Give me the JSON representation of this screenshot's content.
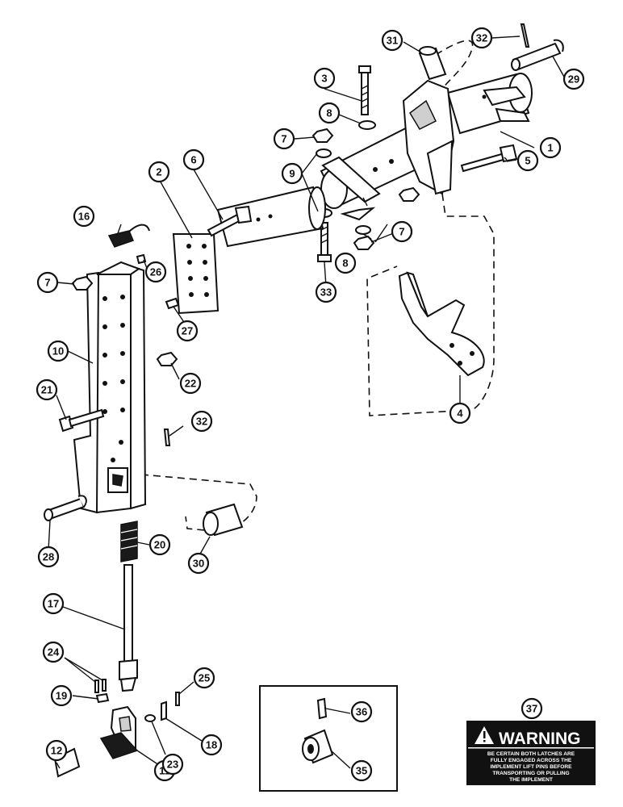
{
  "callouts": [
    {
      "id": "c1",
      "label": "1"
    },
    {
      "id": "c2",
      "label": "2"
    },
    {
      "id": "c3",
      "label": "3"
    },
    {
      "id": "c4",
      "label": "4"
    },
    {
      "id": "c5",
      "label": "5"
    },
    {
      "id": "c6",
      "label": "6"
    },
    {
      "id": "c7a",
      "label": "7"
    },
    {
      "id": "c7b",
      "label": "7"
    },
    {
      "id": "c7c",
      "label": "7"
    },
    {
      "id": "c8a",
      "label": "8"
    },
    {
      "id": "c8b",
      "label": "8"
    },
    {
      "id": "c9",
      "label": "9"
    },
    {
      "id": "c10",
      "label": "10"
    },
    {
      "id": "c11",
      "label": "11"
    },
    {
      "id": "c12",
      "label": "12"
    },
    {
      "id": "c16",
      "label": "16"
    },
    {
      "id": "c17",
      "label": "17"
    },
    {
      "id": "c18",
      "label": "18"
    },
    {
      "id": "c19",
      "label": "19"
    },
    {
      "id": "c20",
      "label": "20"
    },
    {
      "id": "c21",
      "label": "21"
    },
    {
      "id": "c22",
      "label": "22"
    },
    {
      "id": "c23",
      "label": "23"
    },
    {
      "id": "c24",
      "label": "24"
    },
    {
      "id": "c25",
      "label": "25"
    },
    {
      "id": "c26",
      "label": "26"
    },
    {
      "id": "c27",
      "label": "27"
    },
    {
      "id": "c28",
      "label": "28"
    },
    {
      "id": "c29",
      "label": "29"
    },
    {
      "id": "c30",
      "label": "30"
    },
    {
      "id": "c31",
      "label": "31"
    },
    {
      "id": "c32a",
      "label": "32"
    },
    {
      "id": "c32b",
      "label": "32"
    },
    {
      "id": "c33",
      "label": "33"
    },
    {
      "id": "c35",
      "label": "35"
    },
    {
      "id": "c36",
      "label": "36"
    },
    {
      "id": "c37",
      "label": "37"
    }
  ],
  "warning_decal": {
    "heading": "WARNING",
    "lines": [
      "BE CERTAIN BOTH LATCHES ARE",
      "FULLY ENGAGED ACROSS THE",
      "IMPLEMENT LIFT PINS BEFORE",
      "TRANSPORTING OR PULLING",
      "THE IMPLEMENT"
    ]
  }
}
